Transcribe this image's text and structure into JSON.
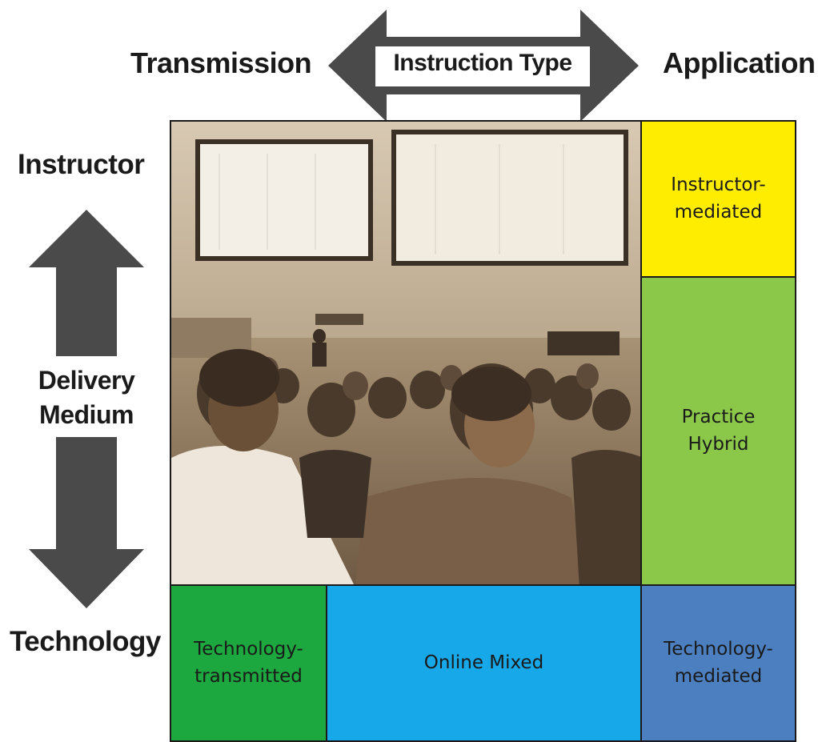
{
  "horizontal_axis": {
    "center_label": "Instruction Type",
    "left_label": "Transmission",
    "right_label": "Application"
  },
  "vertical_axis": {
    "center_label_line1": "Delivery",
    "center_label_line2": "Medium",
    "top_label": "Instructor",
    "bottom_label": "Technology"
  },
  "cells": {
    "instructor_mediated": {
      "line1": "Instructor-",
      "line2": "mediated",
      "color": "#ffed00"
    },
    "practice_hybrid": {
      "line1": "Practice",
      "line2": "Hybrid",
      "color": "#8bc84a"
    },
    "technology_transmitted": {
      "line1": "Technology-",
      "line2": "transmitted",
      "color": "#1ca73f"
    },
    "online_mixed": {
      "label": "Online Mixed",
      "color": "#16a8e8"
    },
    "technology_mediated": {
      "line1": "Technology-",
      "line2": "mediated",
      "color": "#4b7fc0"
    }
  },
  "photo": {
    "description_icon": "lecture-hall-photo"
  },
  "colors": {
    "arrow": "#4a4a4a",
    "border": "#1a1a1a"
  }
}
